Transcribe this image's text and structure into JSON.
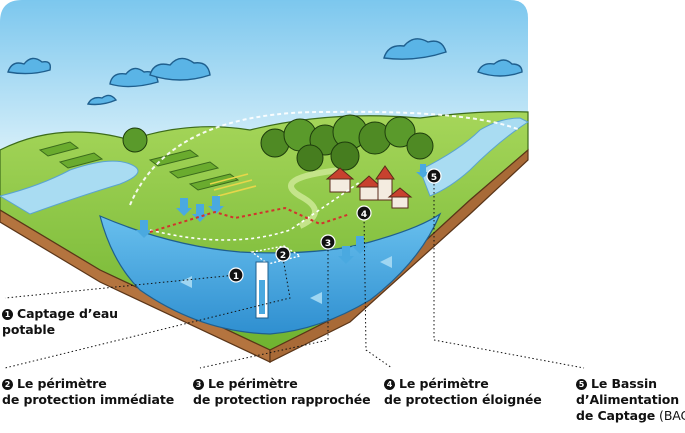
{
  "labels": [
    {
      "number": "1",
      "lines": [
        "Captage d’eau",
        "potable"
      ],
      "suffix": ""
    },
    {
      "number": "2",
      "lines": [
        "Le périmètre",
        "de protection immédiate"
      ],
      "suffix": ""
    },
    {
      "number": "3",
      "lines": [
        "Le périmètre",
        "de protection rapprochée"
      ],
      "suffix": ""
    },
    {
      "number": "4",
      "lines": [
        "Le périmètre",
        "de protection éloignée"
      ],
      "suffix": ""
    },
    {
      "number": "5",
      "lines": [
        "Le Bassin",
        "d’Alimentation",
        "de Captage"
      ],
      "suffix": " (BAC)"
    }
  ],
  "markers": [
    "1",
    "2",
    "3",
    "4",
    "5"
  ],
  "colors": {
    "sky": "#8fd0ef",
    "grass": "#8cc63f",
    "soil": "#a9693c",
    "aquifer": "#4aa9e0",
    "protection_immediate": "#ffffff",
    "protection_rapprochee": "#d2322d",
    "protection_eloignee": "#ffffff",
    "text": "#111111"
  }
}
